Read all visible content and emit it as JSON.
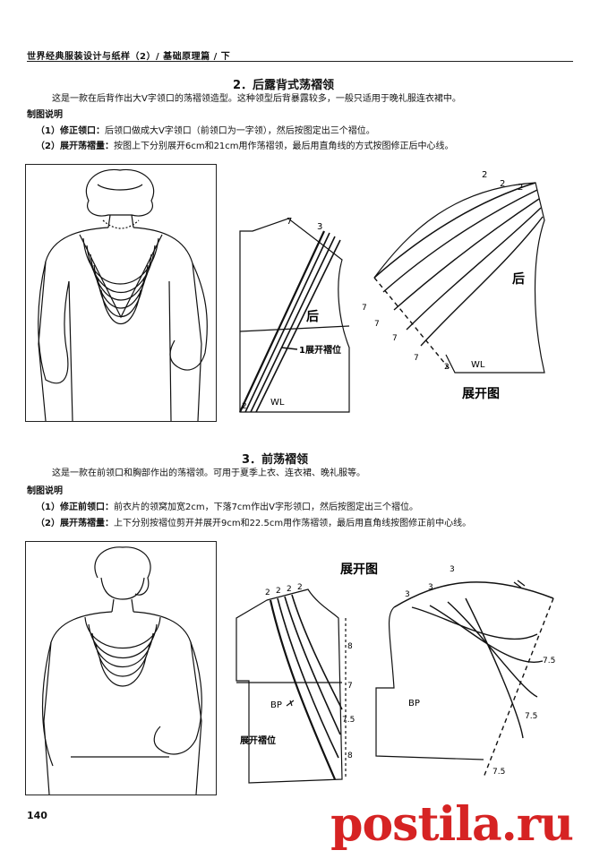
{
  "header": {
    "running_title": "世界经典服装设计与纸样（2）/ 基础原理篇 / 下"
  },
  "section2": {
    "title": "2．后露背式荡褶领",
    "intro": "这是一款在后背作出大V字领口的荡褶领造型。这种领型后背暴露较多，一般只适用于晚礼服连衣裙中。",
    "heading": "制图说明",
    "step1_label": "（1）修正领口：",
    "step1_text": "后领口做成大V字领口（前领口为一字领），然后按图定出三个褶位。",
    "step2_label": "（2）展开荡褶量：",
    "step2_text": "按图上下分别展开6cm和21cm用作荡褶领，最后用直角线的方式按图修正后中心线。",
    "pattern_labels": {
      "back": "后",
      "fold_pos": "1展开褶位",
      "wl": "WL",
      "n7": "7",
      "n3": "3",
      "n2": "2",
      "expanded_back": "后",
      "expanded_title": "展开图"
    }
  },
  "section3": {
    "title": "3．前荡褶领",
    "intro": "这是一款在前领口和胸部作出的荡褶领。可用于夏季上衣、连衣裙、晚礼服等。",
    "heading": "制图说明",
    "step1_label": "（1）修正前领口：",
    "step1_text": "前衣片的领窝加宽2cm，下落7cm作出V字形领口，然后按图定出三个褶位。",
    "step2_label": "（2）展开荡褶量：",
    "step2_text": "上下分别按褶位剪开并展开9cm和22.5cm用作荡褶领，最后用直角线按图修正前中心线。",
    "pattern_labels": {
      "expanded_title": "展开图",
      "bp": "BP",
      "bp2": "BP",
      "fold_pos": "展开褶位",
      "n2": "2",
      "n8": "8",
      "n7": "7",
      "n75": "7.5",
      "n3": "3"
    }
  },
  "page_number": "140",
  "watermark": "postila.ru",
  "colors": {
    "watermark": "#d62323",
    "ink": "#111111"
  }
}
